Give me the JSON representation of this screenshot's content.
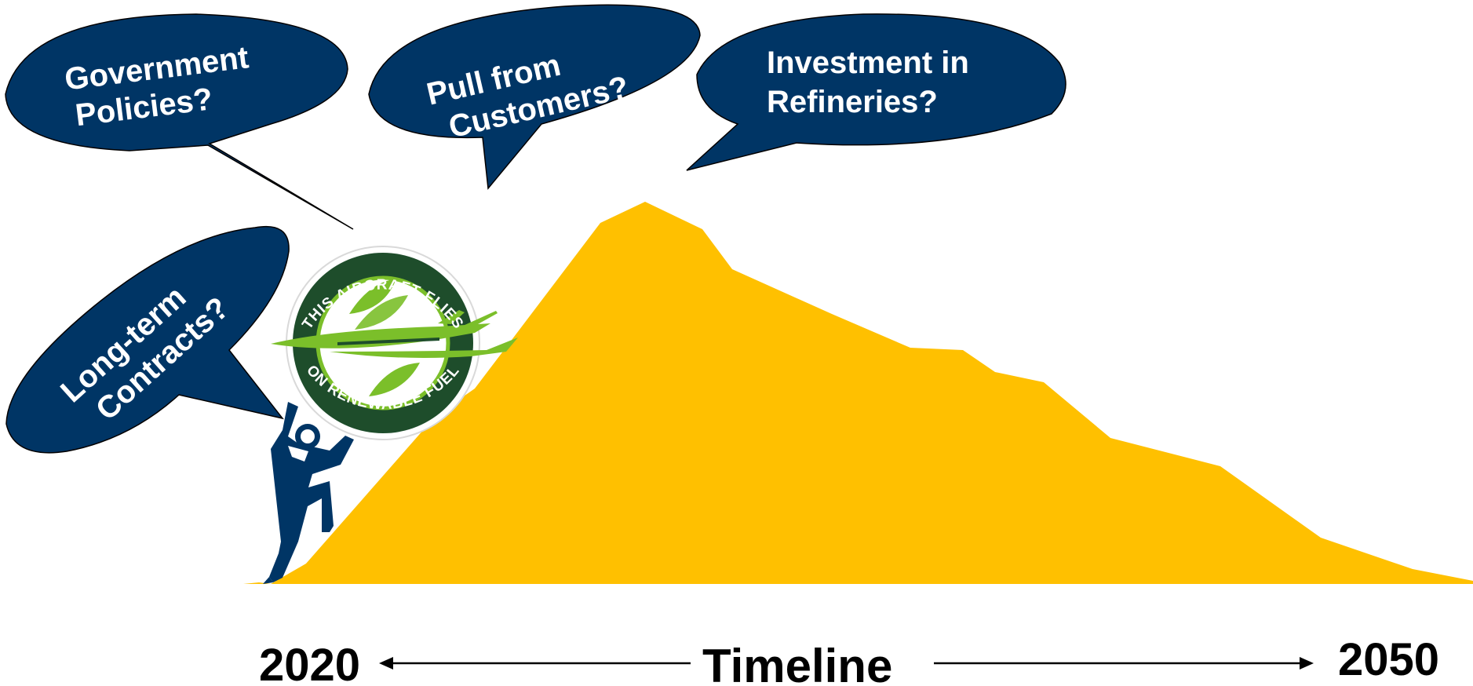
{
  "colors": {
    "bubble_fill": "#003565",
    "mountain_fill": "#FFC000",
    "figure_fill": "#003565",
    "badge_dark_green": "#1E4D2B",
    "badge_light_green": "#7BBF2A"
  },
  "bubbles": [
    {
      "id": "government",
      "lines": [
        "Government",
        "Policies?"
      ]
    },
    {
      "id": "customers",
      "lines": [
        "Pull from",
        "Customers?"
      ]
    },
    {
      "id": "refineries",
      "lines": [
        "Investment in",
        "Refineries?"
      ]
    },
    {
      "id": "contracts",
      "lines": [
        "Long-term",
        "Contracts?"
      ]
    }
  ],
  "badge": {
    "top_text": "THIS AIRCRAFT FLIES",
    "bottom_text": "ON RENEWABLE FUEL",
    "icon": "airplane-leaf-icon"
  },
  "figure": {
    "icon": "climber-person-icon"
  },
  "timeline": {
    "start": "2020",
    "end": "2050",
    "label": "Timeline"
  }
}
